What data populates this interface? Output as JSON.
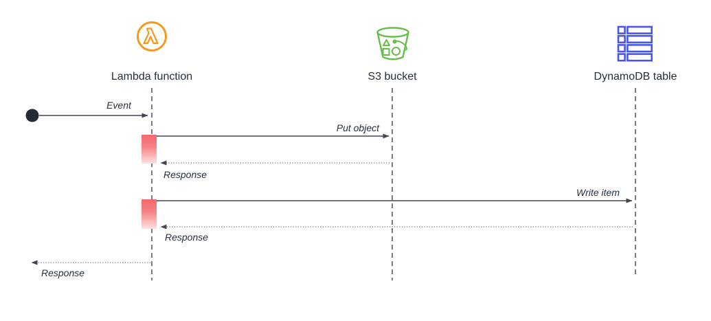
{
  "diagram": {
    "type": "sequence-diagram",
    "actors": [
      {
        "id": "lambda",
        "label": "Lambda function",
        "icon": "aws-lambda-icon",
        "icon_color": "#F7981D"
      },
      {
        "id": "s3",
        "label": "S3 bucket",
        "icon": "aws-s3-bucket-icon",
        "icon_color": "#67BD4A"
      },
      {
        "id": "dynamodb",
        "label": "DynamoDB table",
        "icon": "aws-dynamodb-table-icon",
        "icon_color": "#4A55E6"
      }
    ],
    "start_node": {
      "shape": "filled-circle",
      "color": "#222B36"
    },
    "messages": [
      {
        "label": "Event",
        "from": "start",
        "to": "lambda",
        "line": "solid"
      },
      {
        "label": "Put object",
        "from": "lambda",
        "to": "s3",
        "line": "solid"
      },
      {
        "label": "Response",
        "from": "s3",
        "to": "lambda",
        "line": "dotted"
      },
      {
        "label": "Write item",
        "from": "lambda",
        "to": "dynamodb",
        "line": "solid"
      },
      {
        "label": "Response",
        "from": "dynamodb",
        "to": "lambda",
        "line": "dotted"
      },
      {
        "label": "Response",
        "from": "lambda",
        "to": "start",
        "line": "dotted"
      }
    ],
    "activations": [
      {
        "actor": "lambda",
        "covers": [
          "Put object",
          "Response"
        ]
      },
      {
        "actor": "lambda",
        "covers": [
          "Write item",
          "Response"
        ]
      }
    ]
  },
  "colors": {
    "lambda_orange": "#F7981D",
    "s3_green": "#67BD4A",
    "dynamodb_blue": "#4A55E6",
    "label_navy": "#232F3E",
    "line_dark": "#3F4650",
    "lifeline_gray": "#545B63",
    "dotted_gray": "#6F7780",
    "activation_top": "#F4686D",
    "activation_bottom": "#FCE4E0",
    "start_node": "#222B36",
    "canvas_bg": "#FFFFFF"
  }
}
